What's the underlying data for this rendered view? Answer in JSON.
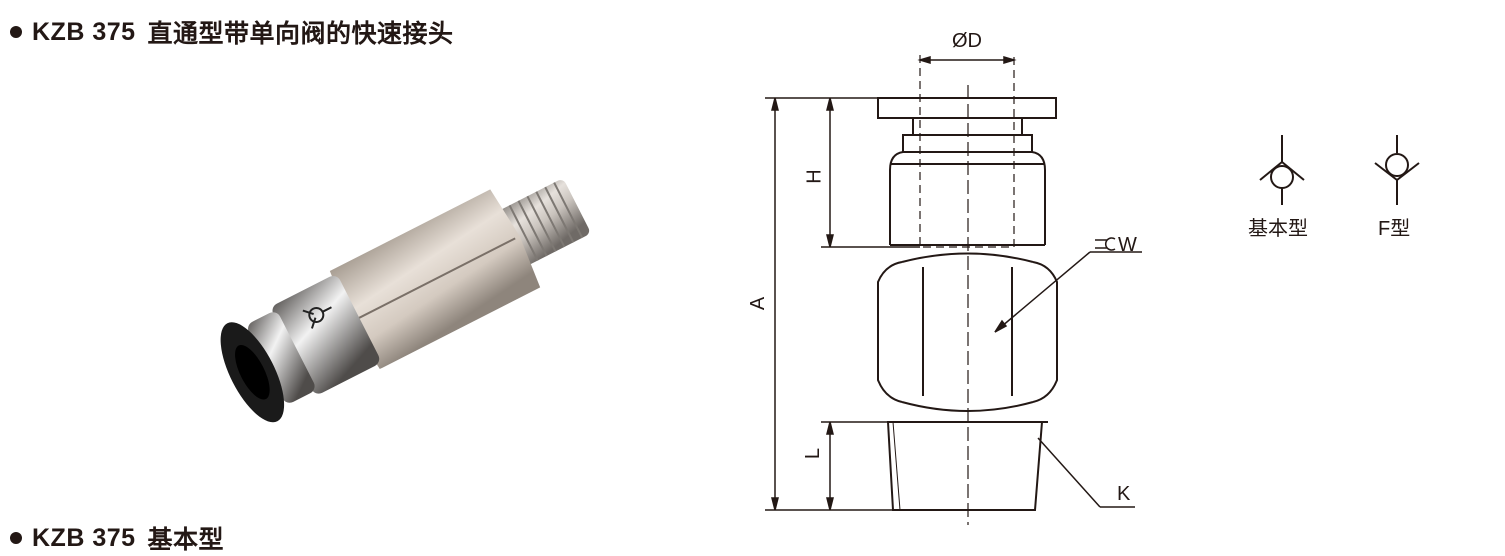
{
  "headings": {
    "main": {
      "model": "KZB 375",
      "title": "直通型带单向阀的快速接头"
    },
    "section": {
      "model": "KZB 375",
      "title": "基本型"
    }
  },
  "photo": {
    "description": "nickel-plated straight push-in fitting with check valve, black release collar, male thread"
  },
  "drawing": {
    "labels": {
      "diameter": "ØD",
      "height": "H",
      "overall_length": "A",
      "wrench_size": "W",
      "thread_length": "L",
      "thread": "K"
    }
  },
  "symbols": [
    {
      "label": "基本型",
      "icon": "check-valve-basic-icon"
    },
    {
      "label": "F型",
      "icon": "check-valve-f-type-icon"
    }
  ],
  "colors": {
    "ink": "#231815",
    "background": "#ffffff"
  }
}
